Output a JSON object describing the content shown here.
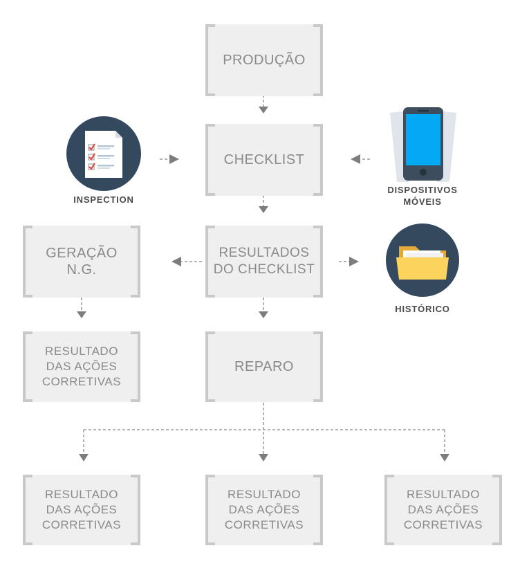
{
  "diagram": {
    "boxes": {
      "producao": "PRODUÇÃO",
      "checklist": "CHECKLIST",
      "resultados_checklist": "RESULTADOS\nDO CHECKLIST",
      "geracao_ng": "GERAÇÃO\nN.G.",
      "resultado_left": "RESULTADO\nDAS AÇÕES\nCORRETIVAS",
      "reparo": "REPARO",
      "bottom_1": "RESULTADO\nDAS AÇÕES\nCORRETIVAS",
      "bottom_2": "RESULTADO\nDAS AÇÕES\nCORRETIVAS",
      "bottom_3": "RESULTADO\nDAS AÇÕES\nCORRETIVAS"
    },
    "captions": {
      "inspection": "INSPECTION",
      "dispositivos": "DISPOSITIVOS\nMÓVEIS",
      "historico": "HISTÓRICO"
    },
    "icons": {
      "inspection": "checklist-document-icon",
      "dispositivos": "mobile-phone-icon",
      "historico": "folder-icon"
    },
    "colors": {
      "box_bg": "#efefef",
      "bracket": "#c9c9c9",
      "box_text": "#8a8a8a",
      "circle_bg": "#34495e",
      "phone_screen": "#03a9f4",
      "folder": "#fcd35c",
      "check_red": "#e74c3c"
    }
  }
}
